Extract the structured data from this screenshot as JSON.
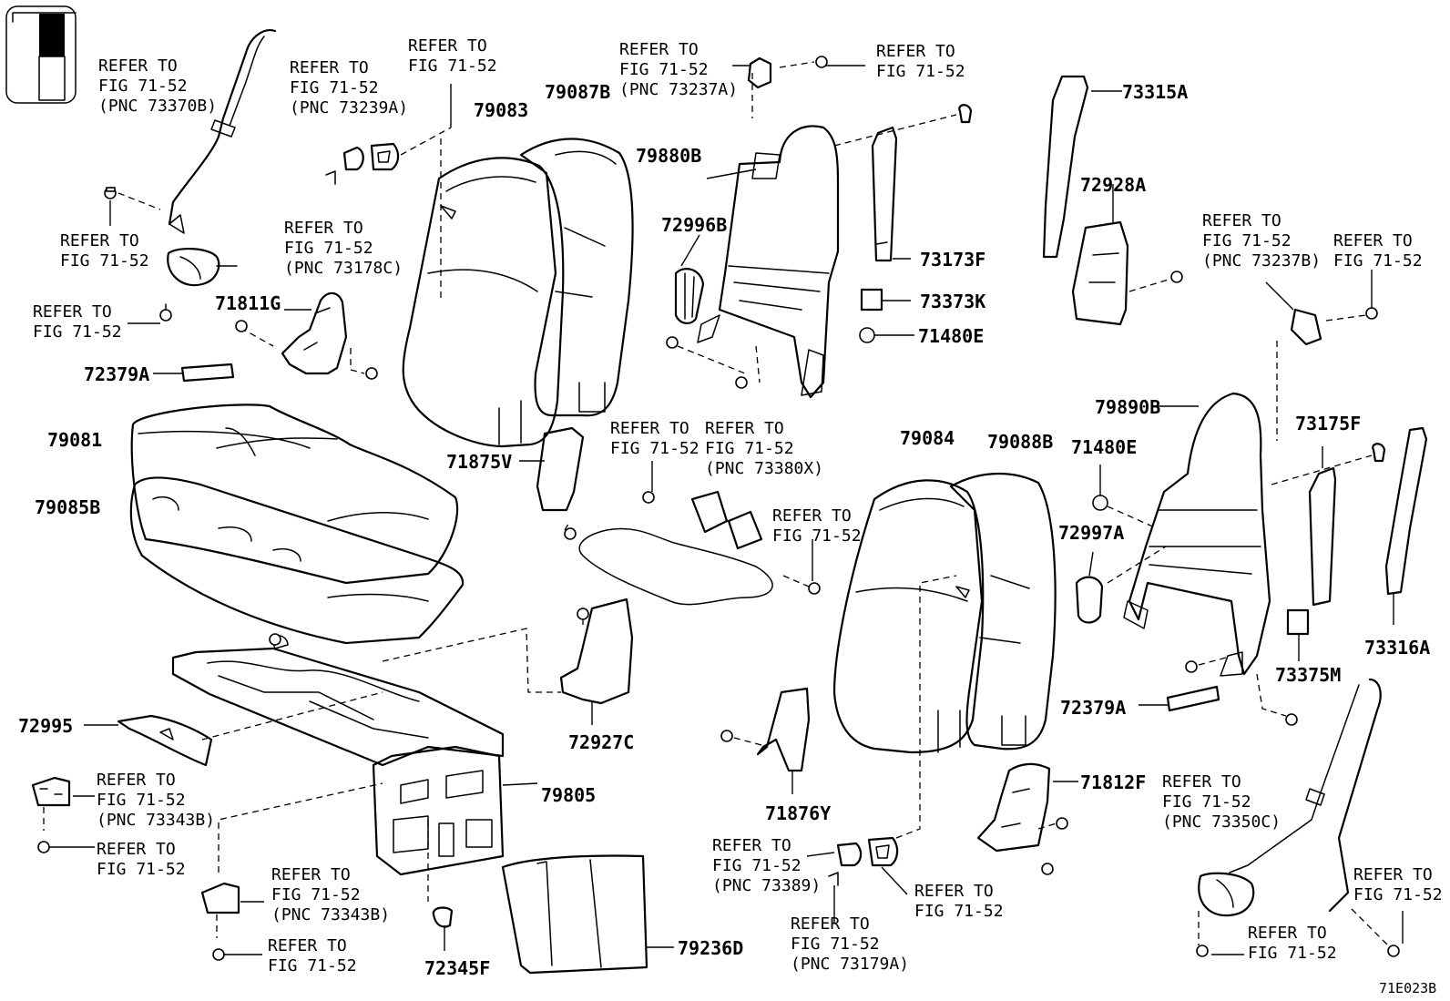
{
  "diagram_code": "71E023B",
  "parts": [
    {
      "id": "p73315A",
      "label": "73315A"
    },
    {
      "id": "p72928A",
      "label": "72928A"
    },
    {
      "id": "p79083",
      "label": "79083"
    },
    {
      "id": "p79087B",
      "label": "79087B"
    },
    {
      "id": "p79880B",
      "label": "79880B"
    },
    {
      "id": "p72996B",
      "label": "72996B"
    },
    {
      "id": "p73173F",
      "label": "73173F"
    },
    {
      "id": "p73373K",
      "label": "73373K"
    },
    {
      "id": "p71480E_a",
      "label": "71480E"
    },
    {
      "id": "p71811G",
      "label": "71811G"
    },
    {
      "id": "p72379A_a",
      "label": "72379A"
    },
    {
      "id": "p79081",
      "label": "79081"
    },
    {
      "id": "p79085B",
      "label": "79085B"
    },
    {
      "id": "p71875V",
      "label": "71875V"
    },
    {
      "id": "p79084",
      "label": "79084"
    },
    {
      "id": "p79088B",
      "label": "79088B"
    },
    {
      "id": "p71480E_b",
      "label": "71480E"
    },
    {
      "id": "p79890B",
      "label": "79890B"
    },
    {
      "id": "p73175F",
      "label": "73175F"
    },
    {
      "id": "p72997A",
      "label": "72997A"
    },
    {
      "id": "p73316A",
      "label": "73316A"
    },
    {
      "id": "p73375M",
      "label": "73375M"
    },
    {
      "id": "p72379A_b",
      "label": "72379A"
    },
    {
      "id": "p72995",
      "label": "72995"
    },
    {
      "id": "p72927C",
      "label": "72927C"
    },
    {
      "id": "p79805",
      "label": "79805"
    },
    {
      "id": "p71876Y",
      "label": "71876Y"
    },
    {
      "id": "p71812F",
      "label": "71812F"
    },
    {
      "id": "p72345F",
      "label": "72345F"
    },
    {
      "id": "p79236D",
      "label": "79236D"
    }
  ],
  "refs": [
    {
      "id": "r1",
      "lines": [
        "REFER TO",
        "FIG 71-52",
        "(PNC 73370B)"
      ]
    },
    {
      "id": "r2",
      "lines": [
        "REFER TO",
        "FIG 71-52",
        "(PNC 73239A)"
      ]
    },
    {
      "id": "r3",
      "lines": [
        "REFER TO",
        "FIG 71-52"
      ]
    },
    {
      "id": "r4",
      "lines": [
        "REFER TO",
        "FIG 71-52",
        "(PNC 73237A)"
      ]
    },
    {
      "id": "r5",
      "lines": [
        "REFER TO",
        "FIG 71-52"
      ]
    },
    {
      "id": "r6",
      "lines": [
        "REFER TO",
        "FIG 71-52"
      ]
    },
    {
      "id": "r7",
      "lines": [
        "REFER TO",
        "FIG 71-52",
        "(PNC 73178C)"
      ]
    },
    {
      "id": "r8",
      "lines": [
        "REFER TO",
        "FIG 71-52"
      ]
    },
    {
      "id": "r9",
      "lines": [
        "REFER TO",
        "FIG 71-52",
        "(PNC 73237B)"
      ]
    },
    {
      "id": "r10",
      "lines": [
        "REFER TO",
        "FIG 71-52"
      ]
    },
    {
      "id": "r11",
      "lines": [
        "REFER TO",
        "FIG 71-52"
      ]
    },
    {
      "id": "r12",
      "lines": [
        "REFER TO",
        "FIG 71-52",
        "(PNC 73380X)"
      ]
    },
    {
      "id": "r13",
      "lines": [
        "REFER TO",
        "FIG 71-52"
      ]
    },
    {
      "id": "r14",
      "lines": [
        "REFER TO",
        "FIG 71-52",
        "(PNC 73343B)"
      ]
    },
    {
      "id": "r15",
      "lines": [
        "REFER TO",
        "FIG 71-52"
      ]
    },
    {
      "id": "r16",
      "lines": [
        "REFER TO",
        "FIG 71-52",
        "(PNC 73343B)"
      ]
    },
    {
      "id": "r17",
      "lines": [
        "REFER TO",
        "FIG 71-52"
      ]
    },
    {
      "id": "r18",
      "lines": [
        "REFER TO",
        "FIG 71-52",
        "(PNC 73389)"
      ]
    },
    {
      "id": "r19",
      "lines": [
        "REFER TO",
        "FIG 71-52"
      ]
    },
    {
      "id": "r20",
      "lines": [
        "REFER TO",
        "FIG 71-52",
        "(PNC 73179A)"
      ]
    },
    {
      "id": "r21",
      "lines": [
        "REFER TO",
        "FIG 71-52",
        "(PNC 73350C)"
      ]
    },
    {
      "id": "r22",
      "lines": [
        "REFER TO",
        "FIG 71-52"
      ]
    },
    {
      "id": "r23",
      "lines": [
        "REFER TO",
        "FIG 71-52"
      ]
    }
  ]
}
